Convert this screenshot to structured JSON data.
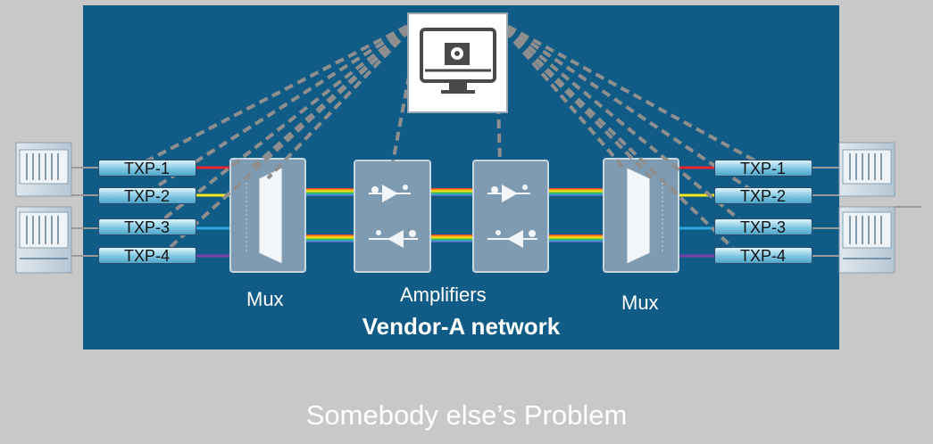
{
  "network": {
    "title": "Vendor-A network",
    "background_color": "#115c86"
  },
  "outside": {
    "label": "Somebody else’s Problem",
    "background_color": "#c8c8c8"
  },
  "controller": {
    "icon": "monitor-gear-icon"
  },
  "transponders": {
    "left": [
      "TXP-1",
      "TXP-2",
      "TXP-3",
      "TXP-4"
    ],
    "right": [
      "TXP-1",
      "TXP-2",
      "TXP-3",
      "TXP-4"
    ]
  },
  "labels": {
    "mux_left": "Mux",
    "amplifiers": "Amplifiers",
    "mux_right": "Mux"
  },
  "channel_colors": [
    "#e8262a",
    "#f4e81c",
    "#2aa8e0",
    "#7a3fa8"
  ],
  "icons": {
    "rack": "equipment-rack-icon",
    "mux": "multiplexer-icon",
    "amplifier": "optical-amplifier-icon"
  }
}
